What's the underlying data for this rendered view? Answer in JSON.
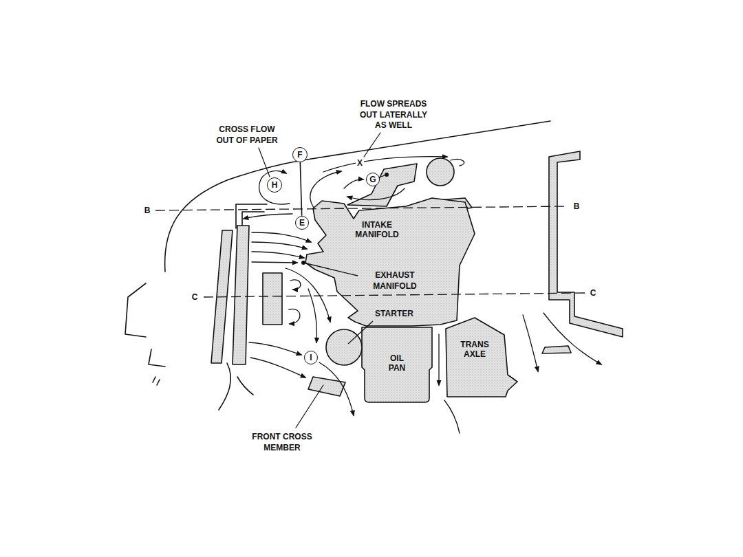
{
  "diagram": {
    "nodes": [
      {
        "text": [
          "F"
        ]
      },
      {
        "text": [
          "H"
        ]
      },
      {
        "text": [
          "G"
        ]
      },
      {
        "text": [
          "E"
        ]
      },
      {
        "text": [
          "INTAKE MANIFOLD"
        ]
      },
      {
        "text": [
          "OIL PAN"
        ]
      },
      {
        "text": [
          "TRANS AXLE"
        ]
      },
      {
        "text": [
          "I"
        ]
      }
    ],
    "edges": [
      {
        "from": 0,
        "to": 3,
        "arrow": "none"
      }
    ],
    "labels": [
      "FLOW SPREADS OUT LATERALLY AS WELL",
      "CROSS FLOW OUT OF PAPER",
      "X",
      "B",
      "B",
      "C",
      "C",
      "EXHAUST MANIFOLD",
      "STARTER",
      "FRONT CROSS MEMBER"
    ]
  }
}
